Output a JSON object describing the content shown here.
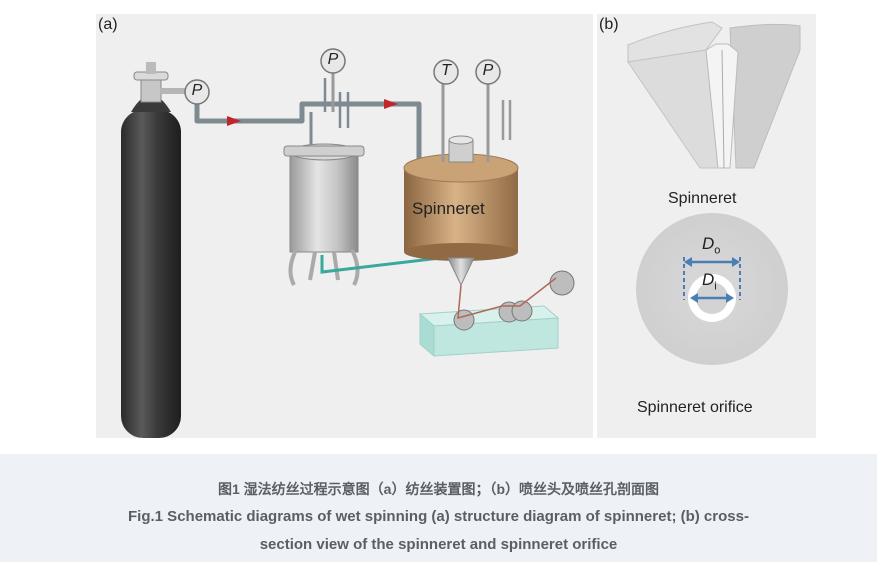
{
  "panel_a": {
    "label": "(a)",
    "gauge_cylinder": "P",
    "gauge_tank": "P",
    "gauge_temperature": "T",
    "gauge_spinneret": "P",
    "spinneret_label": "Spinneret"
  },
  "panel_b": {
    "label": "(b)",
    "spinneret_caption": "Spinneret",
    "outer_diameter_symbol": "D",
    "outer_diameter_subscript": "o",
    "inner_diameter_symbol": "D",
    "inner_diameter_subscript": "i",
    "orifice_caption": "Spinneret orifice"
  },
  "caption": {
    "chinese": "图1 湿法纺丝过程示意图（a）纺丝装置图；（b）喷丝头及喷丝孔剖面图",
    "english_line1": "Fig.1 Schematic diagrams of wet spinning (a) structure diagram of spinneret; (b) cross-",
    "english_line2": "section view of the spinneret and spinneret orifice"
  },
  "colors": {
    "panel_bg": "#efefef",
    "caption_bg": "#eef2f7",
    "caption_text": "#5a5f66",
    "pipe": "#7d8a90",
    "flow_arrow": "#c0262c",
    "spinneret_body": "#c49a6c",
    "coagulation_bath": "#bfe6df",
    "diameter_arrow": "#4a7fb5",
    "connector": "#3aa89a"
  }
}
